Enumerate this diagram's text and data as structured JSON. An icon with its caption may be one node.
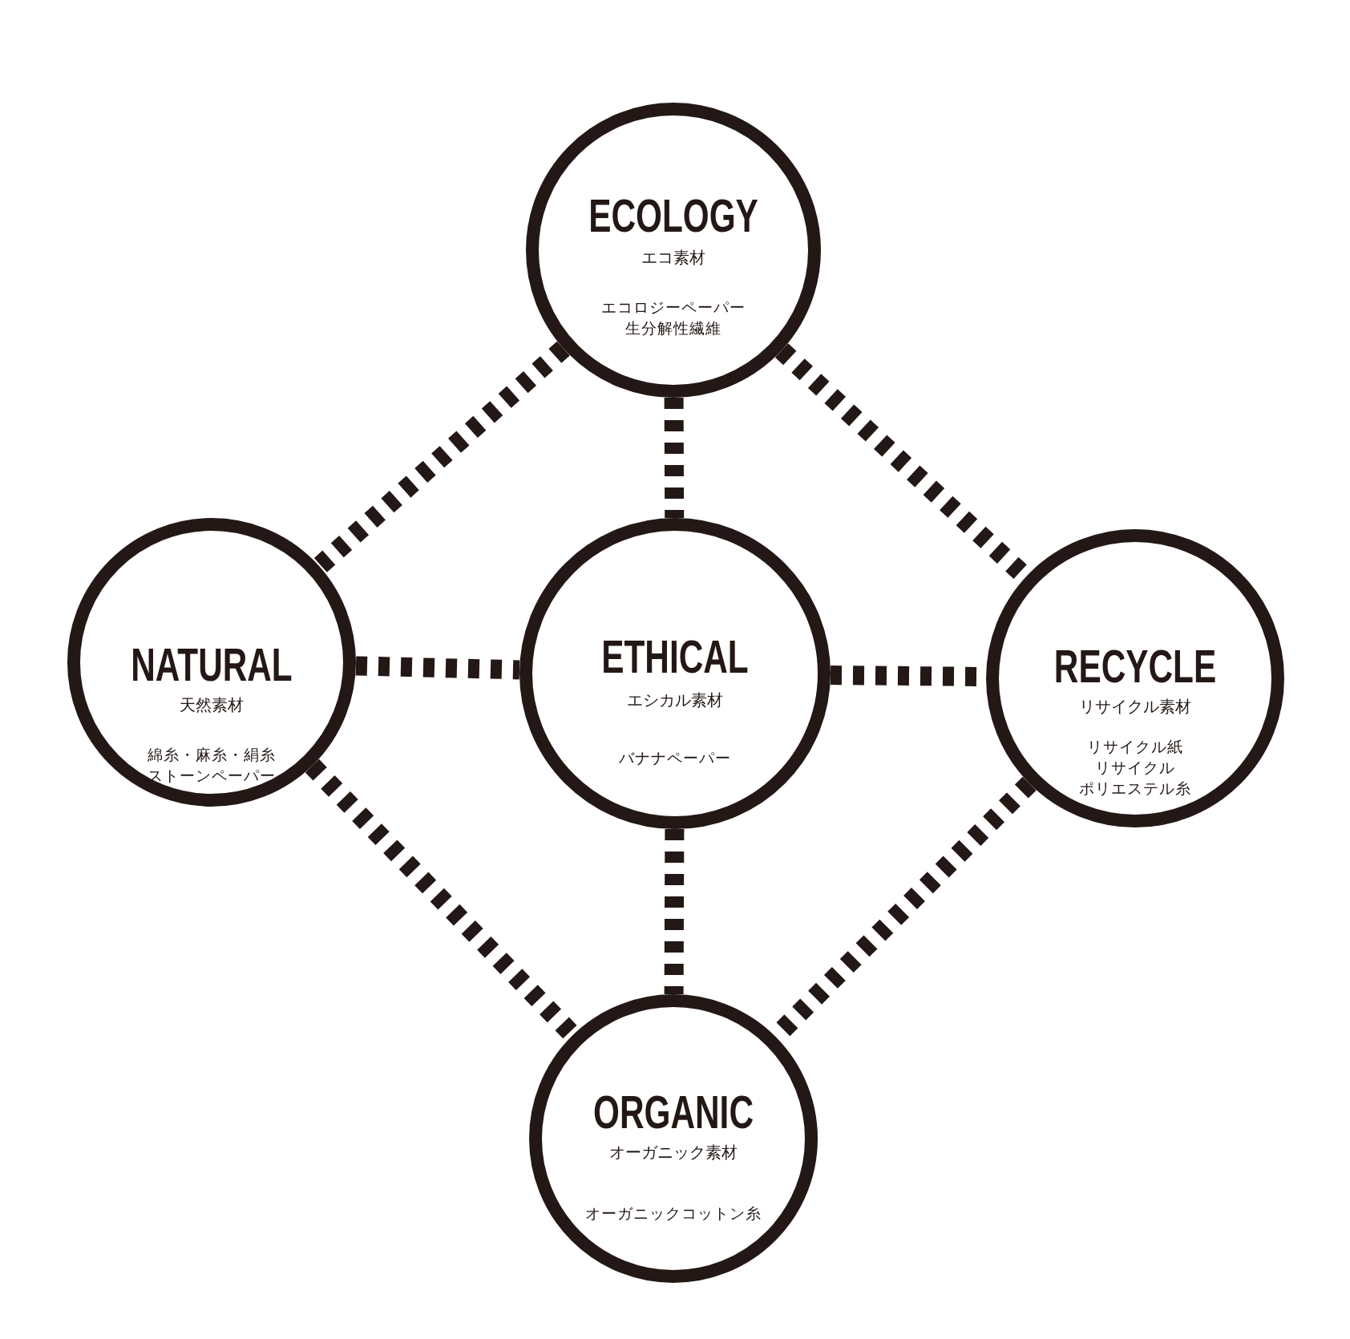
{
  "diagram": {
    "nodes": [
      {
        "text": [
          "ECOLOGY",
          "エコ素材",
          "エコロジーペーパー生分解性繊維"
        ]
      },
      {
        "text": [
          "NATURAL",
          "天然素材",
          "綿糸・麻糸・絹糸ストーンペーパー"
        ]
      },
      {
        "text": [
          "ETHICAL",
          "エシカル素材",
          "バナナペーパー"
        ]
      },
      {
        "text": [
          "RECYCLE",
          "リサイクル素材",
          "リサイクル紙リサイクルポリエステル糸"
        ]
      },
      {
        "text": [
          "ORGANIC",
          "オーガニック素材",
          "オーガニックコットン糸"
        ]
      }
    ],
    "edges": [
      {
        "from": 0,
        "to": 1,
        "arrow": "none",
        "style": "dashed"
      },
      {
        "from": 0,
        "to": 2,
        "arrow": "none",
        "style": "dashed"
      },
      {
        "from": 0,
        "to": 3,
        "arrow": "none",
        "style": "dashed"
      },
      {
        "from": 1,
        "to": 2,
        "arrow": "none",
        "style": "dashed"
      },
      {
        "from": 2,
        "to": 3,
        "arrow": "none",
        "style": "dashed"
      },
      {
        "from": 1,
        "to": 4,
        "arrow": "none",
        "style": "dashed"
      },
      {
        "from": 2,
        "to": 4,
        "arrow": "none",
        "style": "dashed"
      },
      {
        "from": 3,
        "to": 4,
        "arrow": "none",
        "style": "dashed"
      }
    ]
  }
}
